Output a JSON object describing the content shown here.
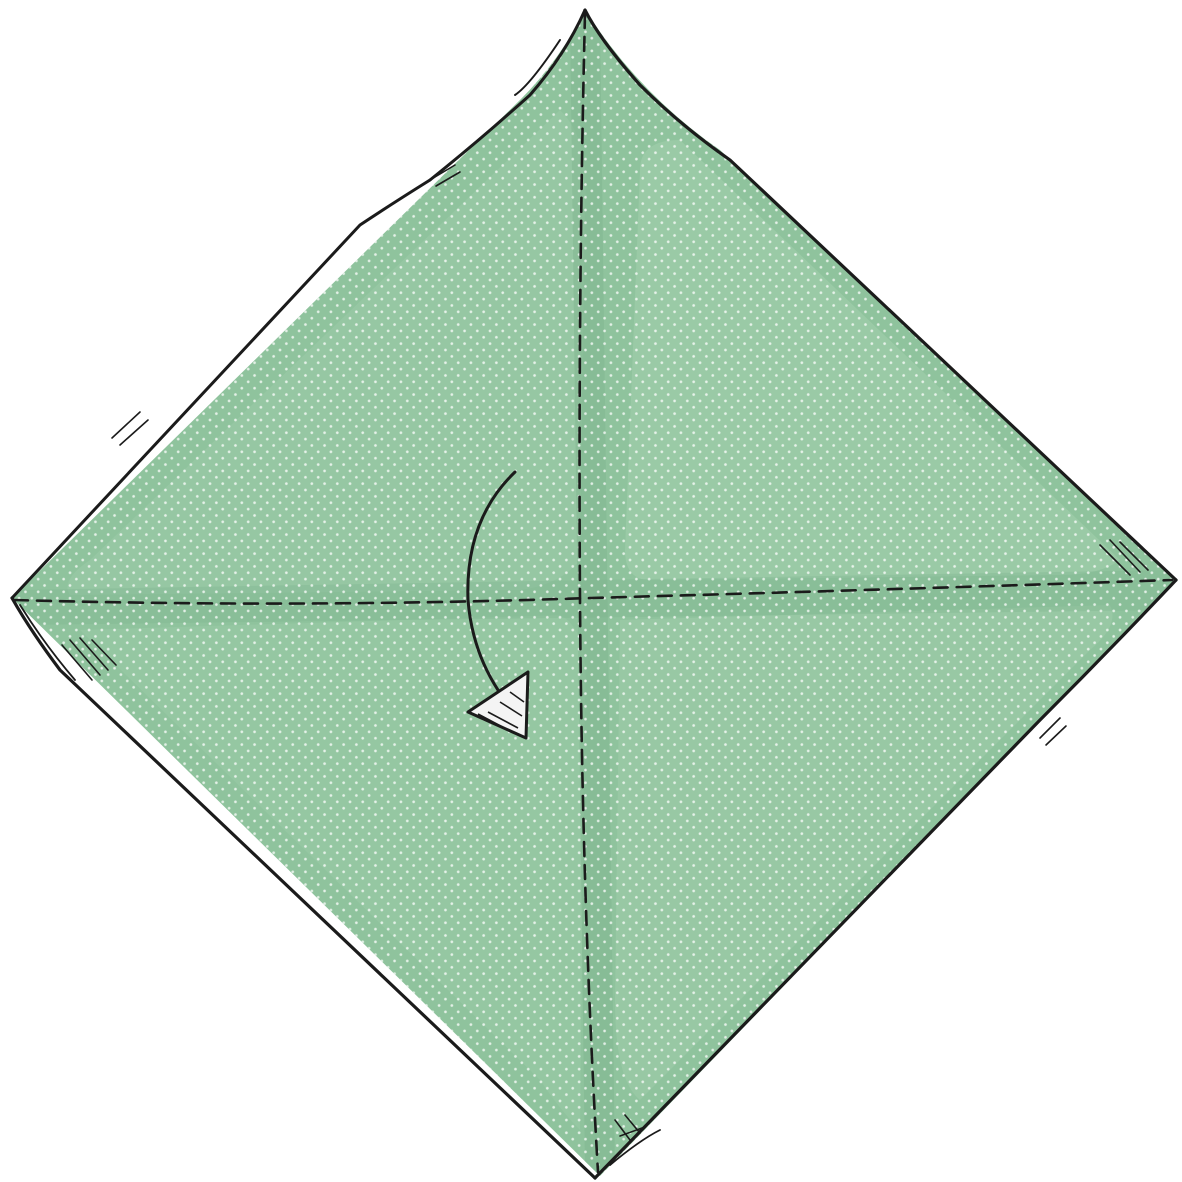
{
  "diagram": {
    "subject": "origami-square-diamond",
    "step": "fold-along-diagonal-crease",
    "paper_color": "#8fc39d",
    "paper_shade_color": "#7fb48e",
    "paper_highlight_color": "#a8d2b2",
    "dot_color": "#ffffff",
    "outline_color": "#1b1b1b",
    "crease_style": "dashed",
    "arrow": {
      "kind": "fold-arrow",
      "direction": "down",
      "head_color": "#f4f4f4"
    }
  }
}
